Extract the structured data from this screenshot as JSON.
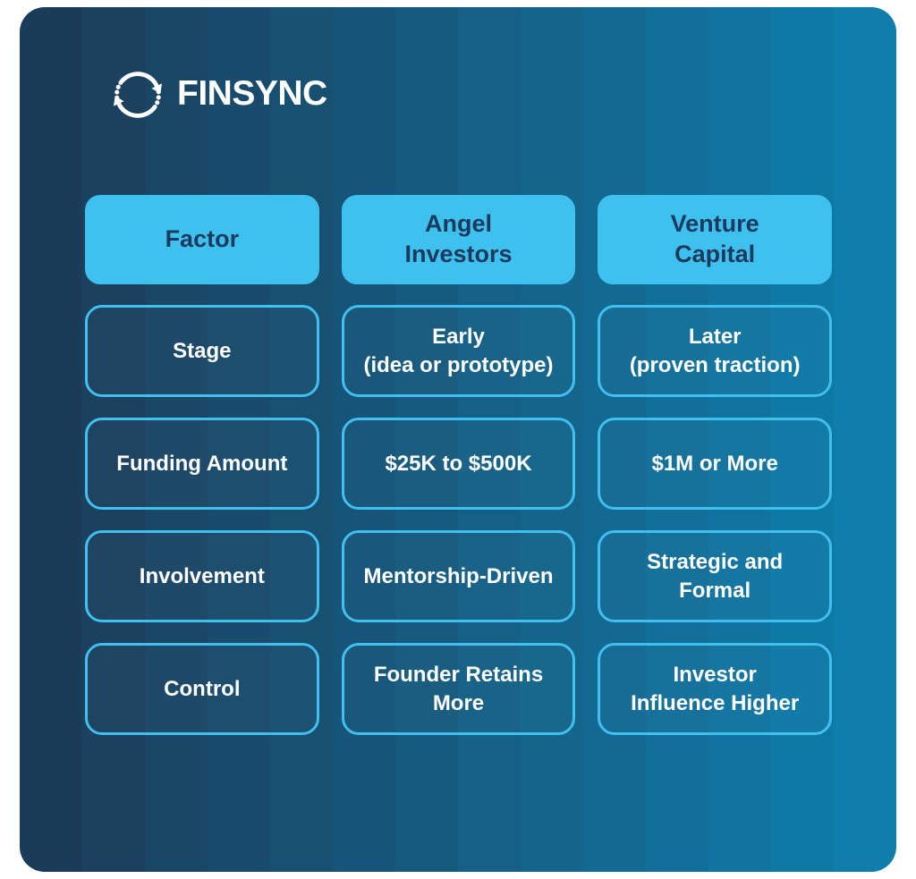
{
  "brand": {
    "name": "FINSYNC",
    "icon": "sync-arrows-icon"
  },
  "table": {
    "columns": [
      {
        "label": "Factor"
      },
      {
        "label": "Angel\nInvestors"
      },
      {
        "label": "Venture\nCapital"
      }
    ],
    "rows": [
      {
        "factor": "Stage",
        "angel_investors": "Early\n(idea or prototype)",
        "venture_capital": "Later\n(proven traction)"
      },
      {
        "factor": "Funding Amount",
        "angel_investors": "$25K to $500K",
        "venture_capital": "$1M or More"
      },
      {
        "factor": "Involvement",
        "angel_investors": "Mentorship-Driven",
        "venture_capital": "Strategic and\nFormal"
      },
      {
        "factor": "Control",
        "angel_investors": "Founder Retains\nMore",
        "venture_capital": "Investor\nInfluence Higher"
      }
    ]
  },
  "colors": {
    "header_fill": "#3EC1EF",
    "header_text": "#1B3A5E",
    "cell_border": "#41C0EF",
    "cell_text": "#FFFFFF",
    "bg_gradient_left": "#1B3C58",
    "bg_gradient_right": "#0F7EAD",
    "page_background": "#FFFFFF"
  }
}
